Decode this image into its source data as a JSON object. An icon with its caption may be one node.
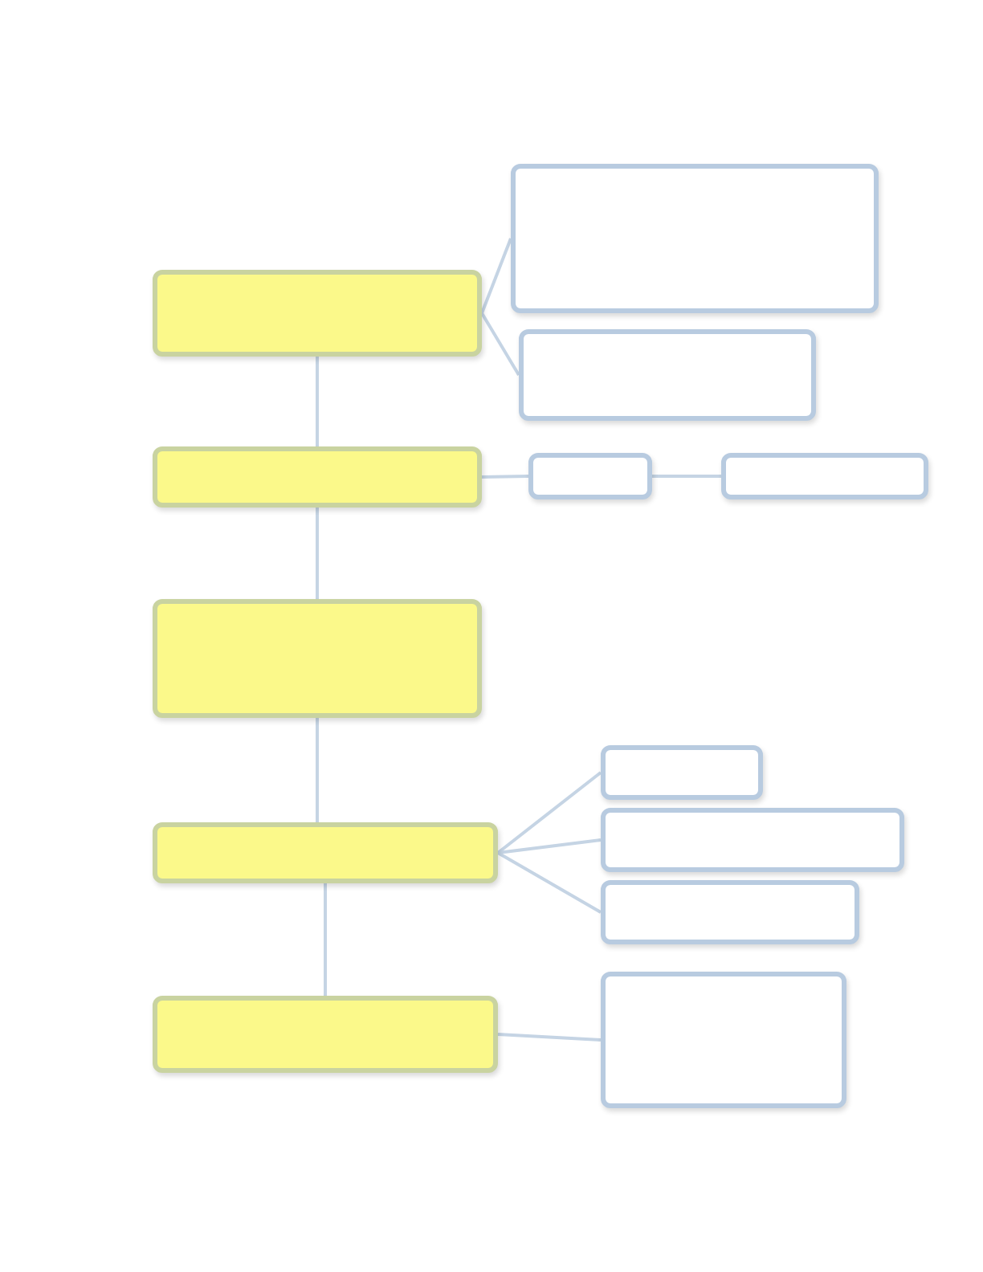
{
  "diagram": {
    "nodes": [
      {
        "text": [],
        "shape": "box"
      },
      {
        "text": [],
        "shape": "box"
      },
      {
        "text": [],
        "shape": "box"
      },
      {
        "text": [],
        "shape": "box"
      },
      {
        "text": [],
        "shape": "box"
      },
      {
        "text": [],
        "shape": "box"
      },
      {
        "text": [],
        "shape": "box"
      },
      {
        "text": [],
        "shape": "box"
      },
      {
        "text": [],
        "shape": "box"
      },
      {
        "text": [],
        "shape": "box"
      },
      {
        "text": [],
        "shape": "box"
      },
      {
        "text": [],
        "shape": "box"
      },
      {
        "text": [],
        "shape": "box"
      }
    ],
    "edges": [
      {
        "from": 0,
        "to": 1,
        "arrow": "none"
      },
      {
        "from": 1,
        "to": 2,
        "arrow": "none"
      },
      {
        "from": 2,
        "to": 3,
        "arrow": "none"
      },
      {
        "from": 3,
        "to": 4,
        "arrow": "none"
      },
      {
        "from": 0,
        "to": 5,
        "arrow": "none"
      },
      {
        "from": 0,
        "to": 6,
        "arrow": "none"
      },
      {
        "from": 1,
        "to": 7,
        "arrow": "none"
      },
      {
        "from": 7,
        "to": 8,
        "arrow": "none"
      },
      {
        "from": 3,
        "to": 9,
        "arrow": "none"
      },
      {
        "from": 3,
        "to": 10,
        "arrow": "none"
      },
      {
        "from": 3,
        "to": 11,
        "arrow": "none"
      },
      {
        "from": 4,
        "to": 12,
        "arrow": "none"
      }
    ]
  }
}
